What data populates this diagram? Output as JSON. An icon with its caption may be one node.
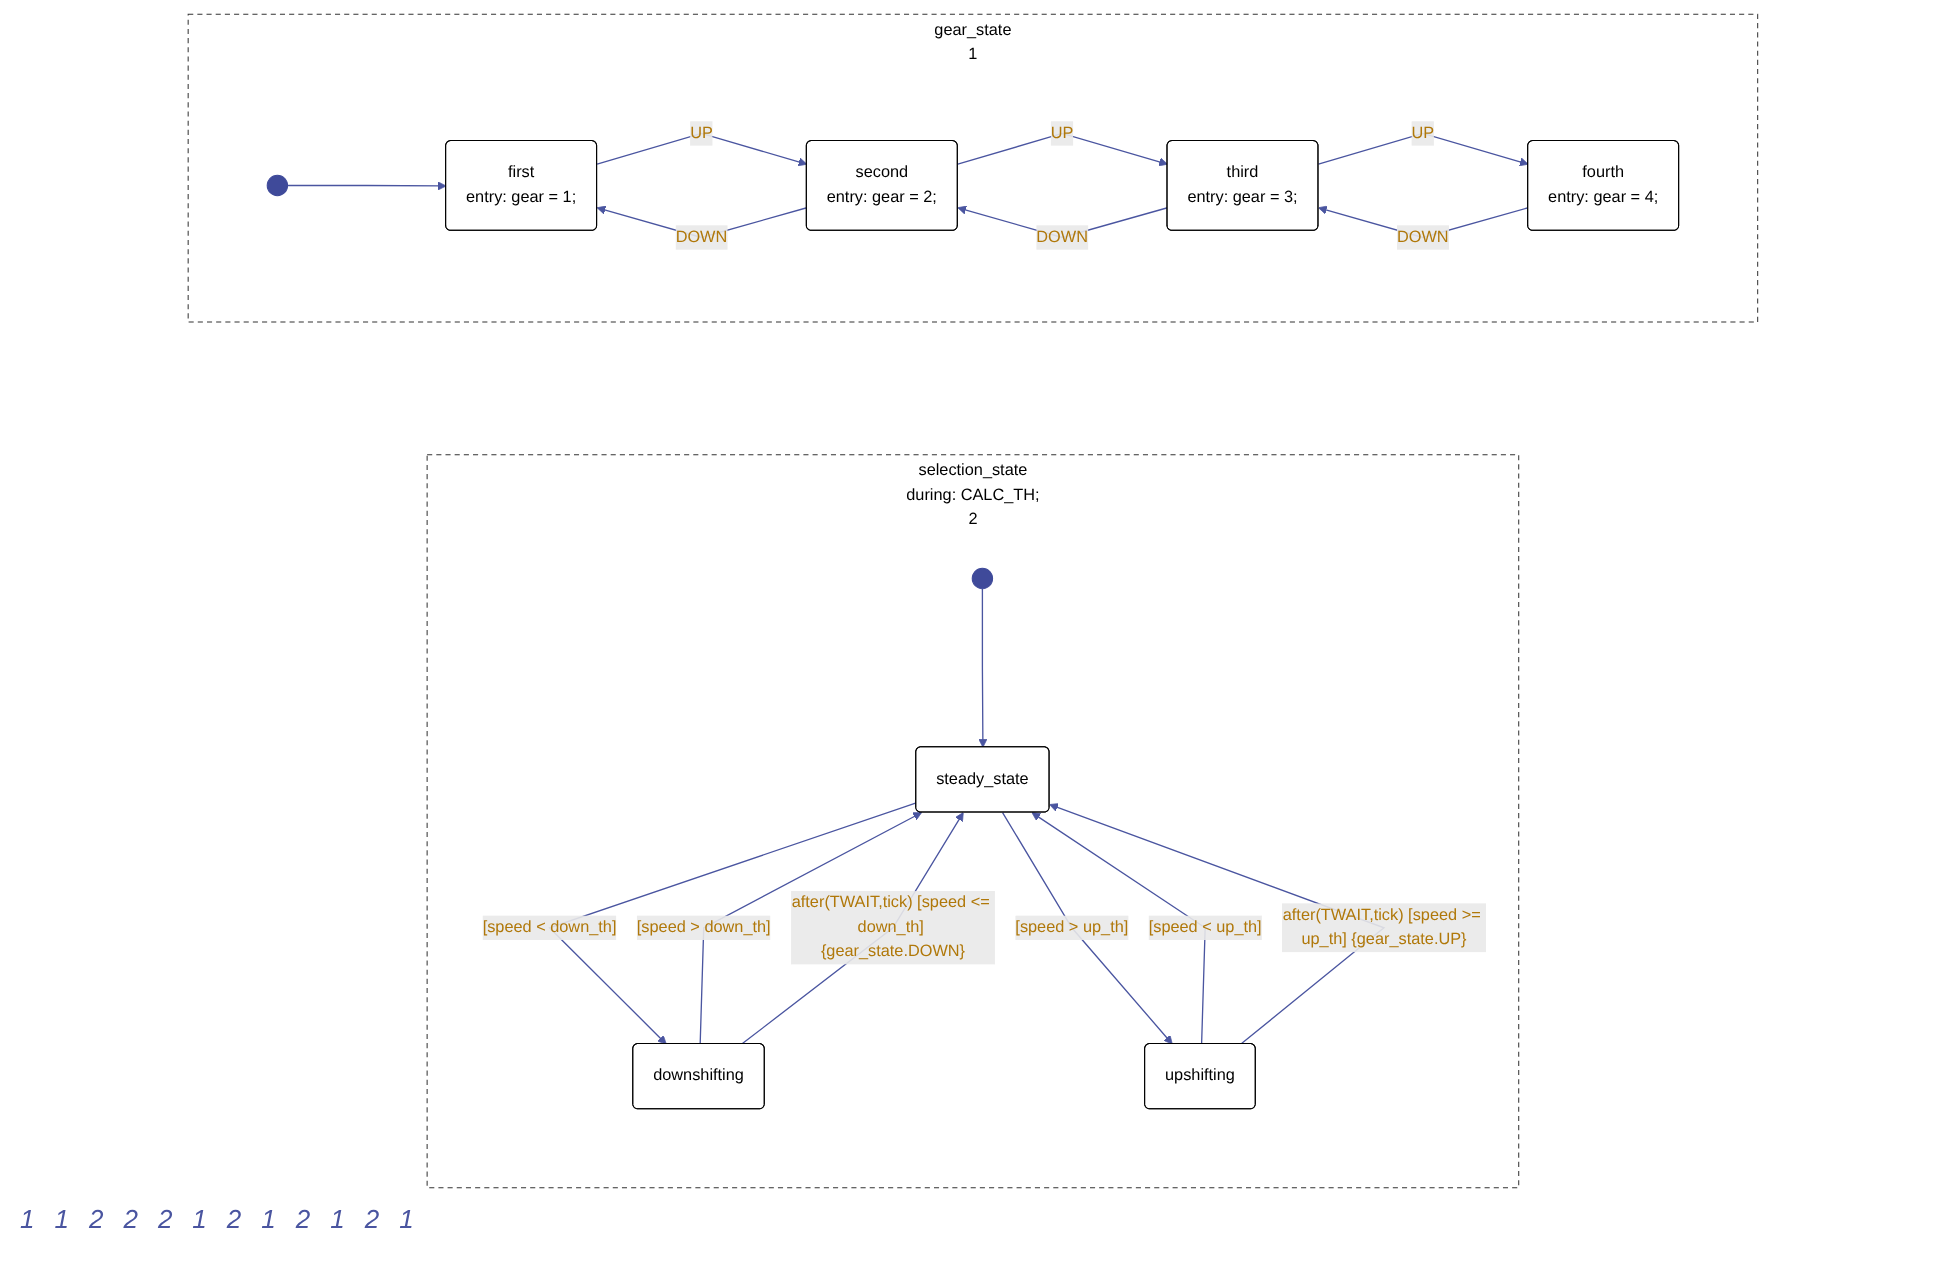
{
  "diagram": {
    "nodes": [
      {
        "text": [
          "gear_state",
          "1"
        ]
      },
      {
        "text": [],
        "shape": "circle",
        "in": 0
      },
      {
        "text": [
          "first",
          "entry: gear = 1;"
        ],
        "in": 0
      },
      {
        "text": [
          "second",
          "entry: gear = 2;"
        ],
        "in": 0
      },
      {
        "text": [
          "third",
          "entry: gear = 3;"
        ],
        "in": 0
      },
      {
        "text": [
          "fourth",
          "entry: gear = 4;"
        ],
        "in": 0
      },
      {
        "text": [
          "selection_state",
          "during: CALC_TH;",
          "2"
        ]
      },
      {
        "text": [],
        "shape": "circle",
        "in": 6
      },
      {
        "text": [
          "steady_state"
        ],
        "in": 6
      },
      {
        "text": [
          "downshifting"
        ],
        "in": 6
      },
      {
        "text": [
          "upshifting"
        ],
        "in": 6
      }
    ],
    "edges": [
      {
        "from": 1,
        "to": 2,
        "arrow": "to"
      },
      {
        "from": 2,
        "to": 3,
        "arrow": "to",
        "label": "UP"
      },
      {
        "from": 3,
        "to": 2,
        "arrow": "to",
        "label": "DOWN"
      },
      {
        "from": 3,
        "to": 4,
        "arrow": "to",
        "label": "UP"
      },
      {
        "from": 4,
        "to": 3,
        "arrow": "to",
        "label": "DOWN"
      },
      {
        "from": 4,
        "to": 5,
        "arrow": "to",
        "label": "UP"
      },
      {
        "from": 5,
        "to": 4,
        "arrow": "to",
        "label": "DOWN"
      },
      {
        "from": 7,
        "to": 8,
        "arrow": "to"
      },
      {
        "from": 8,
        "to": 9,
        "arrow": "to",
        "label": "[speed < down_th]"
      },
      {
        "from": 8,
        "to": 10,
        "arrow": "to",
        "label": "[speed > up_th]"
      },
      {
        "from": 9,
        "to": 8,
        "arrow": "to",
        "label": "[speed > down_th]"
      },
      {
        "from": 9,
        "to": 8,
        "arrow": "to",
        "label": "after(TWAIT,tick) [speed <= down_th] {gear_state.DOWN}"
      },
      {
        "from": 10,
        "to": 8,
        "arrow": "to",
        "label": "[speed < up_th]"
      },
      {
        "from": 10,
        "to": 8,
        "arrow": "to",
        "label": "after(TWAIT,tick) [speed >= up_th] {gear_state.UP}"
      }
    ],
    "labels": [
      "1",
      "1",
      "2",
      "2",
      "2",
      "1",
      "2",
      "1",
      "2",
      "1",
      "2",
      "1"
    ]
  }
}
